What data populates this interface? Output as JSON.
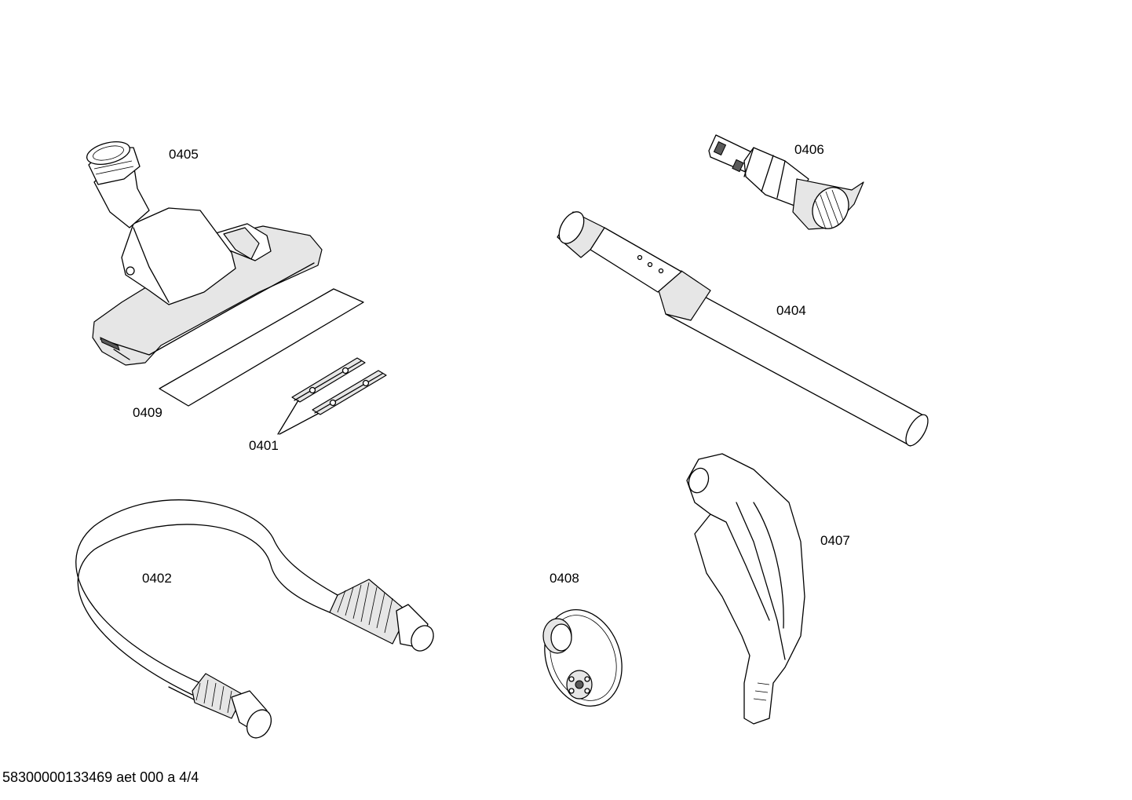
{
  "parts": [
    {
      "id": "floor-nozzle",
      "label": "0405"
    },
    {
      "id": "crevice-tool",
      "label": "0406"
    },
    {
      "id": "telescopic-tube",
      "label": "0404"
    },
    {
      "id": "strip",
      "label": "0409"
    },
    {
      "id": "clips",
      "label": "0401"
    },
    {
      "id": "suction-hose",
      "label": "0402"
    },
    {
      "id": "handle",
      "label": "0407"
    },
    {
      "id": "adapter",
      "label": "0408"
    }
  ],
  "footer": {
    "text": "58300000133469 aet 000 a 4/4"
  }
}
